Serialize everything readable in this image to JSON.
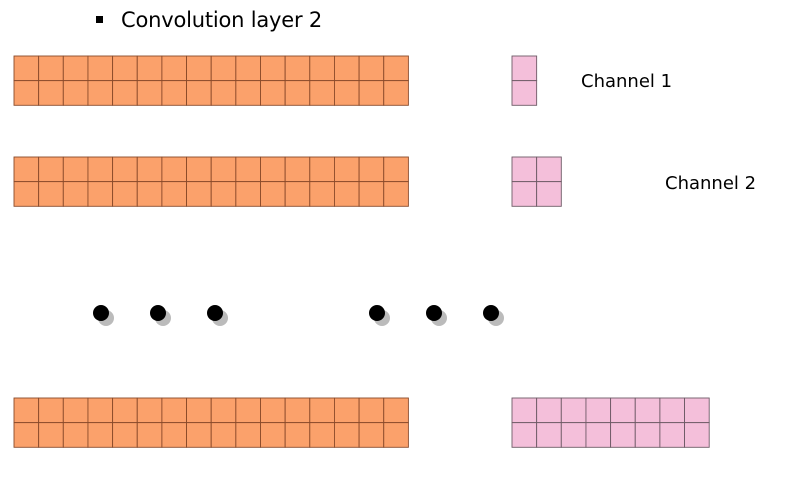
{
  "heading": {
    "bullet": "▪",
    "text": "Convolution layer 2"
  },
  "labels": {
    "channel_1": "Channel  1",
    "channel_2": "Channel  2"
  },
  "colors": {
    "input_fill": "#FBA16B",
    "input_stroke": "#8A4A2A",
    "kernel_fill": "#F4BFDA",
    "kernel_stroke": "#6E5A66",
    "dot_fill": "#000000",
    "dot_shadow": "#BBBBBB"
  },
  "input_grid": {
    "rows": 2,
    "cols": 16,
    "count": 3
  },
  "kernels": [
    {
      "name": "kernel-channel-1",
      "rows": 2,
      "cols": 1
    },
    {
      "name": "kernel-channel-2",
      "rows": 2,
      "cols": 2
    },
    {
      "name": "kernel-channel-last",
      "rows": 2,
      "cols": 8
    }
  ],
  "ellipsis_dots": {
    "groups": 2,
    "per_group": 3
  }
}
